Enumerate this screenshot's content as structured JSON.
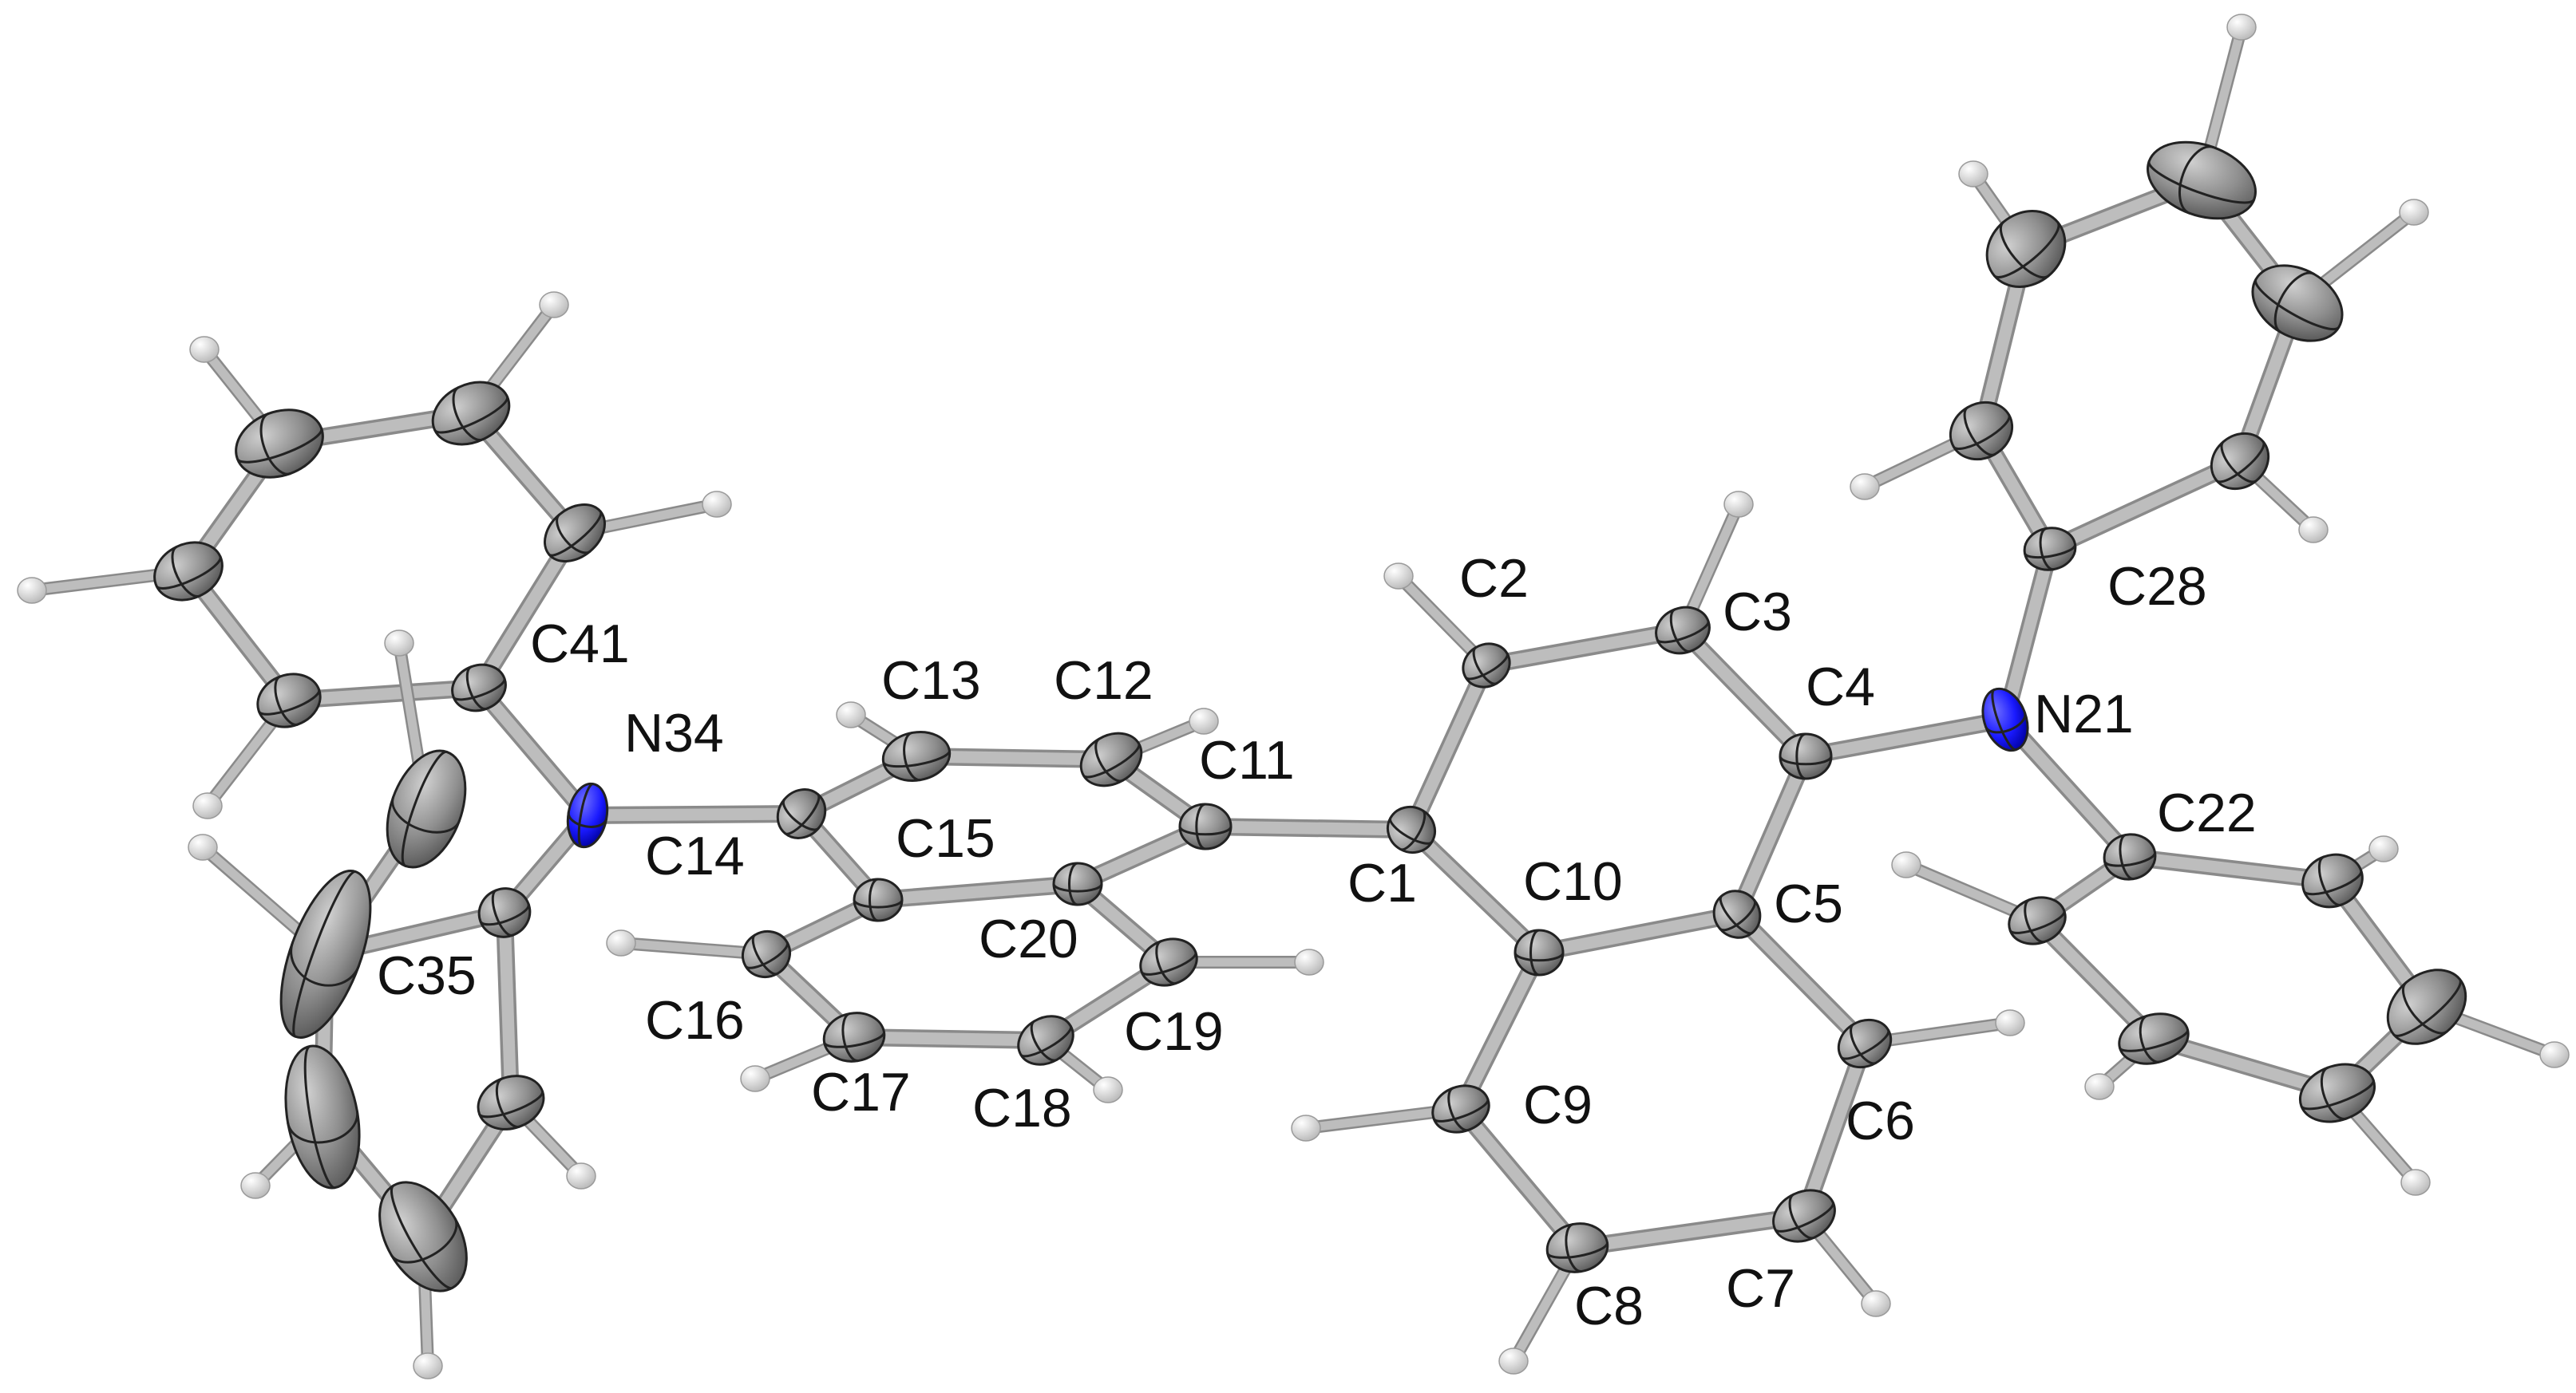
{
  "diagram": {
    "type": "ORTEP molecular structure",
    "colors": {
      "carbon": "#8f8f8f",
      "nitrogen": "#1a1aff",
      "hydrogen": "#e2e2e2",
      "bond": "#bdbdbd",
      "outline": "#222222",
      "label": "#111111"
    },
    "atom_labels": [
      "C1",
      "C2",
      "C3",
      "C4",
      "C5",
      "C6",
      "C7",
      "C8",
      "C9",
      "C10",
      "C11",
      "C12",
      "C13",
      "C14",
      "C15",
      "C16",
      "C17",
      "C18",
      "C19",
      "C20",
      "N21",
      "C22",
      "C28",
      "N34",
      "C35",
      "C41"
    ]
  }
}
